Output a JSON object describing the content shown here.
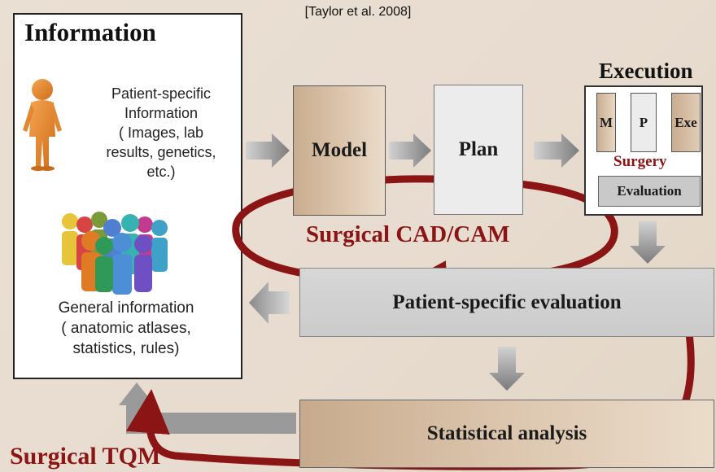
{
  "citation": "[Taylor et al. 2008]",
  "information": {
    "title": "Information",
    "patient_specific": {
      "line1": "Patient-specific",
      "line2": "Information",
      "line3": "( Images, lab",
      "line4": "results, genetics,",
      "line5": "etc.)"
    },
    "general": {
      "line1": "General information",
      "line2": "( anatomic atlases,",
      "line3": "statistics, rules)"
    }
  },
  "model_label": "Model",
  "plan_label": "Plan",
  "execution": {
    "title": "Execution",
    "m_label": "M",
    "p_label": "P",
    "exe_label": "Exe",
    "surgery_label": "Surgery",
    "evaluation_label": "Evaluation"
  },
  "cadcam_label": "Surgical CAD/CAM",
  "patient_eval_label": "Patient-specific evaluation",
  "stat_label": "Statistical analysis",
  "tqm_label": "Surgical TQM",
  "colors": {
    "loop_red": "#8b1414",
    "arrow_gray": "#8a8a8a",
    "model_tan": "#c9ad90",
    "plan_gray": "#ececec"
  },
  "icons": [
    "person-icon",
    "crowd-icon"
  ]
}
